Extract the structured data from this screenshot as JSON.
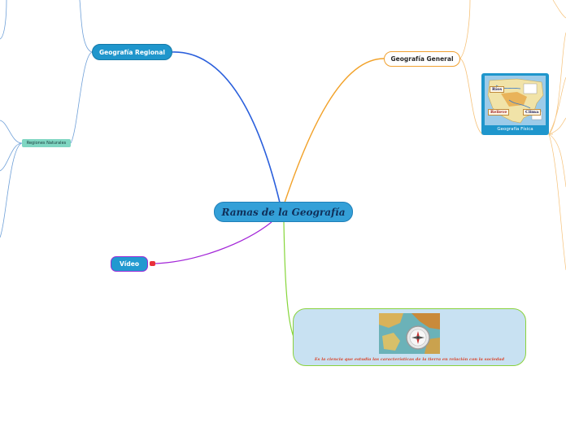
{
  "central": {
    "label": "Ramas de la Geografía"
  },
  "branches": {
    "regional": {
      "label": "Geografía Regional",
      "color": "#1f96cc"
    },
    "general": {
      "label": "Geografía General",
      "color": "#f0a030"
    },
    "video": {
      "label": "Vídeo",
      "color": "#9a2bd6"
    },
    "definition": {
      "text": "Es la ciencia que estudia las características de la tierra en relación con la sociedad",
      "color": "#8ad23c"
    }
  },
  "subtopics": {
    "regiones_naturales": {
      "label": "Regiones Naturales"
    },
    "geografia_fisica": {
      "caption": "Geografía Física",
      "map_labels": {
        "rios": "Ríos",
        "relieve": "Relieve",
        "clima": "Clima"
      }
    }
  },
  "link_colors": {
    "regional": "#2a5fdc",
    "general": "#f2a22a",
    "video": "#a326d8",
    "definition": "#86d63a",
    "regional_children": "#6fa0d8",
    "general_children": "#f6c27a"
  }
}
